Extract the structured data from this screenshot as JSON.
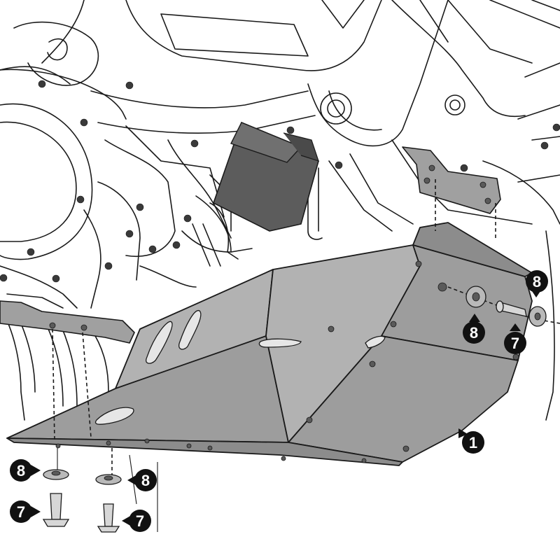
{
  "diagram": {
    "callouts": [
      {
        "id": "c1",
        "label": "1"
      },
      {
        "id": "c7a",
        "label": "7"
      },
      {
        "id": "c7b",
        "label": "7"
      },
      {
        "id": "c7c",
        "label": "7"
      },
      {
        "id": "c8a",
        "label": "8"
      },
      {
        "id": "c8b",
        "label": "8"
      },
      {
        "id": "c8c",
        "label": "8"
      },
      {
        "id": "c8d",
        "label": "8"
      }
    ],
    "colors": {
      "plate": "#9d9d9d",
      "outline": "#1a1a1a",
      "callout": "#111111"
    }
  }
}
